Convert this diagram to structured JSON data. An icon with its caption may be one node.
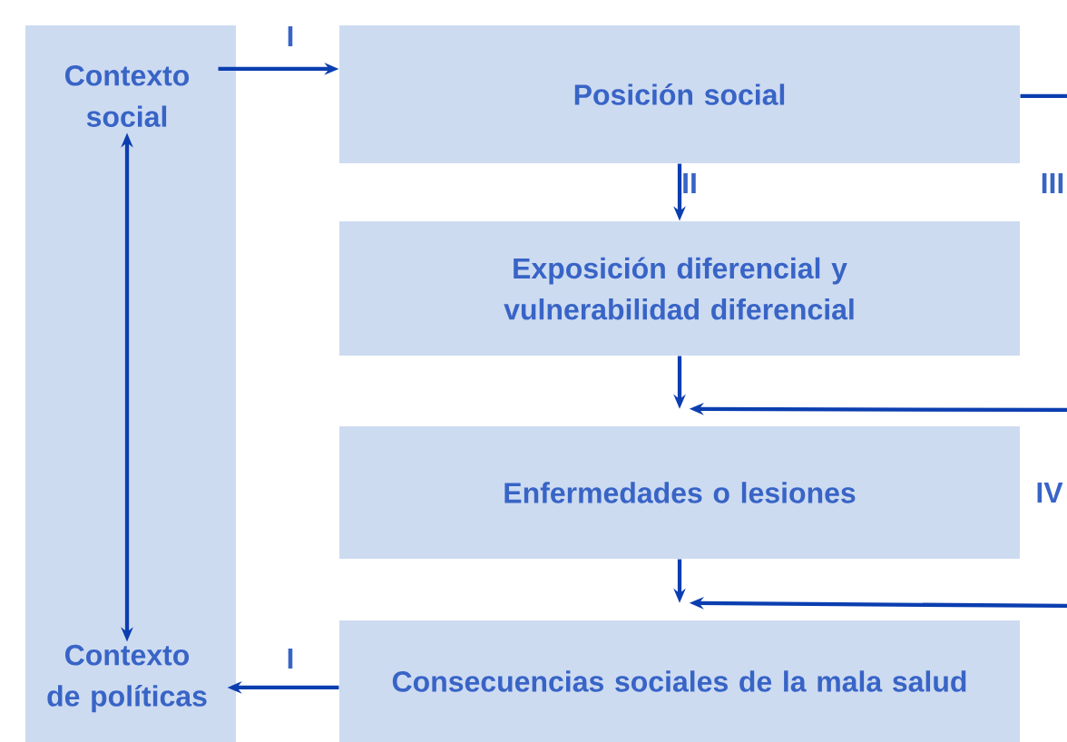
{
  "diagram": {
    "nodes": [
      {
        "text": [],
        "shape": "box"
      },
      {
        "text": [
          "Contexto social"
        ],
        "in": 0
      },
      {
        "text": [
          "Contexto de políticas"
        ],
        "in": 0
      },
      {
        "text": [
          "Posición social"
        ]
      },
      {
        "text": [
          "Exposición diferencial y vulnerabilidad diferencial"
        ]
      },
      {
        "text": [
          "Enfermedades o lesiones"
        ],
        "beside": [
          "IV"
        ]
      },
      {
        "text": [
          "Consecuencias sociales de la mala salud"
        ]
      }
    ],
    "edges": [
      {
        "from": 1,
        "to": 2,
        "arrow": "both"
      },
      {
        "from": 1,
        "to": 3,
        "arrow": "to",
        "label": "I"
      },
      {
        "from": 3,
        "to": 4,
        "arrow": "to",
        "label": "II"
      },
      {
        "from": 4,
        "to": 5,
        "arrow": "to"
      },
      {
        "from": 5,
        "to": 6,
        "arrow": "to"
      },
      {
        "from": 6,
        "to": 2,
        "arrow": "to",
        "label": "I"
      },
      {
        "from": 3,
        "to": null,
        "arrow": "none"
      },
      {
        "from": null,
        "to": 5,
        "arrow": "to"
      },
      {
        "from": null,
        "to": 6,
        "arrow": "to"
      }
    ],
    "labels": [
      "III"
    ]
  }
}
